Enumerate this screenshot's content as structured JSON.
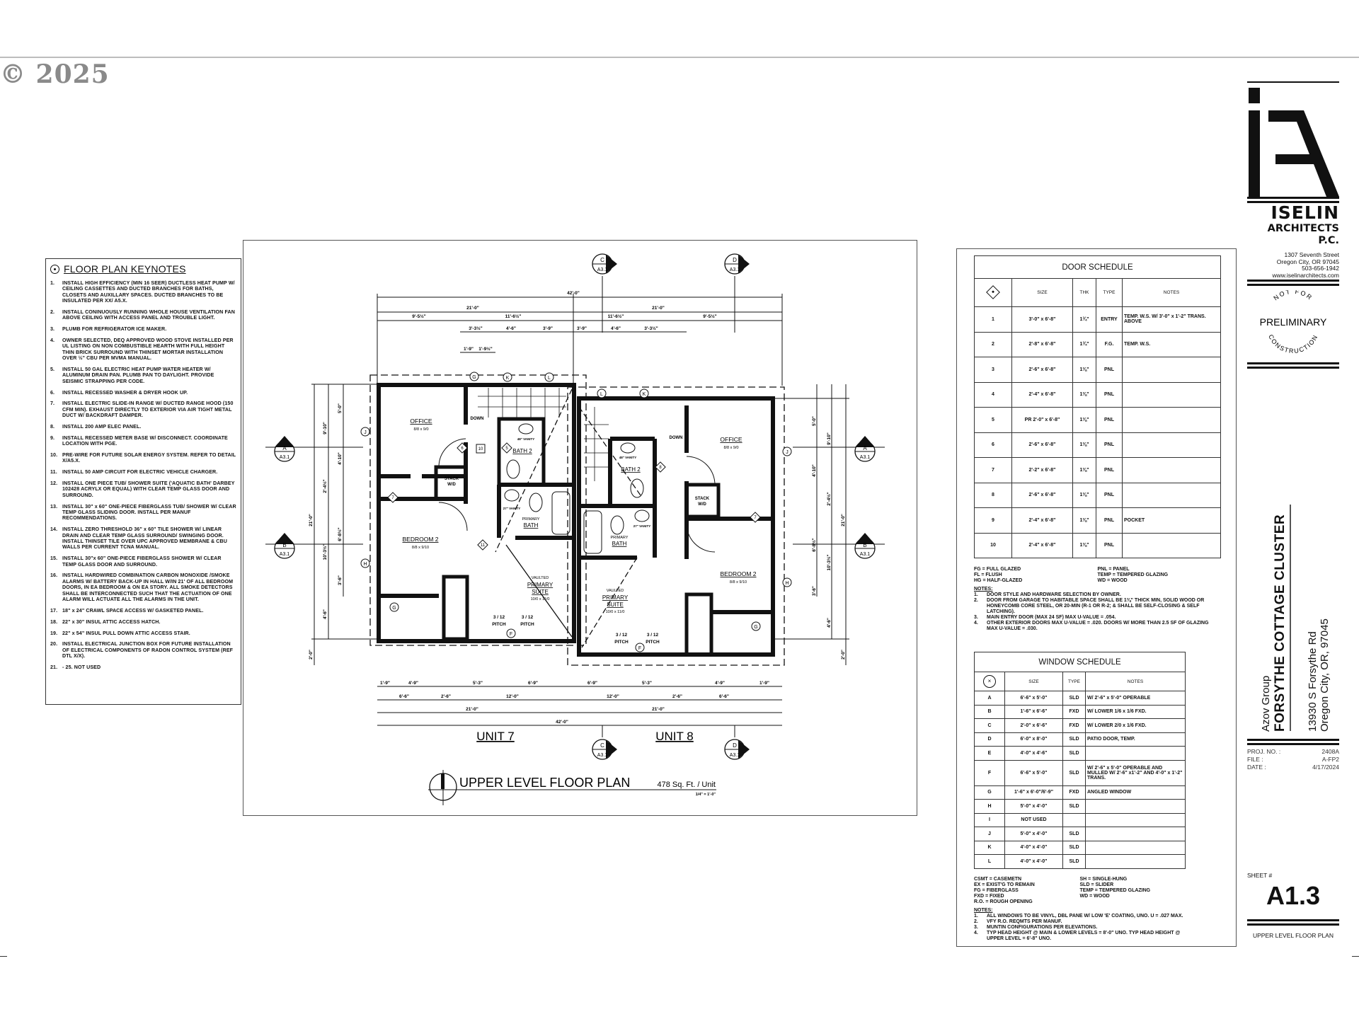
{
  "watermark": "© 2025",
  "keynotes": {
    "title": "FLOOR PLAN KEYNOTES",
    "items": [
      {
        "n": "1.",
        "t": "INSTALL HIGH EFFICIENCY (MIN 16 SEER) DUCTLESS HEAT PUMP W/ CEILING CASSETTES AND DUCTED BRANCHES FOR BATHS, CLOSETS AND AUXILLARY SPACES. DUCTED BRANCHES TO BE INSULATED PER XX/ A5.X."
      },
      {
        "n": "2.",
        "t": "INSTALL CONINUOUSLY RUNNING WHOLE HOUSE VENTILATION FAN ABOVE CEILING WITH ACCESS PANEL AND TROUBLE LIGHT."
      },
      {
        "n": "3.",
        "t": "PLUMB FOR REFRIGERATOR ICE MAKER."
      },
      {
        "n": "4.",
        "t": "OWNER SELECTED, DEQ APPROVED WOOD STOVE INSTALLED PER UL LISTING ON NON COMBUSTIBLE HEARTH WITH FULL HEIGHT THIN BRICK SURROUND WITH THINSET MORTAR INSTALLATION OVER ½\" CBU PER MVMA MANUAL."
      },
      {
        "n": "5.",
        "t": "INSTALL 50 GAL ELECTRIC HEAT PUMP WATER HEATER W/ ALUMINUM DRAIN PAN. PLUMB PAN TO DAYLIGHT. PROVIDE SEISMIC STRAPPING PER CODE."
      },
      {
        "n": "6.",
        "t": "INSTALL RECESSED WASHER & DRYER HOOK UP."
      },
      {
        "n": "7.",
        "t": "INSTALL ELECTRIC SLIDE-IN RANGE W/ DUCTED RANGE HOOD (150 CFM MIN). EXHAUST DIRECTLY TO EXTERIOR VIA AIR TIGHT METAL DUCT W/ BACKDRAFT DAMPER."
      },
      {
        "n": "8.",
        "t": "INSTALL 200 AMP ELEC PANEL."
      },
      {
        "n": "9.",
        "t": "INSTALL RECESSED METER BASE W/ DISCONNECT. COORDINATE LOCATION WITH PGE."
      },
      {
        "n": "10.",
        "t": "PRE-WIRE FOR FUTURE SOLAR ENERGY SYSTEM. REFER TO DETAIL X/A5.X."
      },
      {
        "n": "11.",
        "t": "INSTALL 50 AMP CIRCUIT FOR ELECTRIC VEHICLE CHARGER."
      },
      {
        "n": "12.",
        "t": "INSTALL ONE PIECE TUB/ SHOWER SUITE ('AQUATIC BATH' DARBEY 102428 ACRYLX OR EQUAL) WITH CLEAR TEMP GLASS DOOR AND SURROUND."
      },
      {
        "n": "13.",
        "t": "INSTALL 30\" x 60\" ONE-PIECE FIBERGLASS TUB/ SHOWER W/ CLEAR TEMP GLASS SLIDING DOOR. INSTALL PER MANUF RECOMMENDATIONS."
      },
      {
        "n": "14.",
        "t": "INSTALL ZERO THRESHOLD 36\" x 60\" TILE SHOWER W/ LINEAR DRAIN AND CLEAR TEMP GLASS SURROUND/ SWINGING DOOR. INSTALL THINSET TILE OVER UPC APPROVED MEMBRANE & CBU WALLS PER CURRENT TCNA MANUAL."
      },
      {
        "n": "15.",
        "t": "INSTALL 30\"x 60\" ONE-PIECE FIBERGLASS SHOWER W/ CLEAR TEMP GLASS DOOR AND SURROUND."
      },
      {
        "n": "16.",
        "t": "INSTALL HARDWIRED COMBINATION CARBON MONOXIDE /SMOKE ALARMS W/ BATTERY BACK-UP IN HALL W/IN 21' OF ALL BEDROOM DOORS, IN EA BEDROOM & ON EA STORY. ALL SMOKE DETECTORS SHALL BE INTERCONNECTED SUCH THAT THE ACTUATION OF ONE ALARM WILL ACTUATE ALL THE ALARMS IN THE UNIT."
      },
      {
        "n": "17.",
        "t": "18\" x 24\" CRAWL SPACE ACCESS W/ GASKETED PANEL."
      },
      {
        "n": "18.",
        "t": "22\" x 30\" INSUL ATTIC ACCESS HATCH."
      },
      {
        "n": "19.",
        "t": "22\" x 54\" INSUL PULL DOWN ATTIC ACCESS STAIR."
      },
      {
        "n": "20.",
        "t": "INSTALL ELECTRICAL JUNCTION BOX FOR FUTURE INSTALLATION OF ELECTRICAL COMPONENTS OF RADON CONTROL SYSTEM (REF DTL X/X)."
      },
      {
        "n": "21.",
        "t": "- 25. NOT USED"
      }
    ]
  },
  "plan": {
    "title": "UPPER LEVEL FLOOR PLAN",
    "area": "478 Sq. Ft. / Unit",
    "scale": "1/4\" = 1'-0\"",
    "units": [
      "UNIT 7",
      "UNIT 8"
    ],
    "sections": {
      "c": {
        "letter": "C",
        "sheet": "A3.1"
      },
      "d": {
        "letter": "D",
        "sheet": "A3.1"
      },
      "a": {
        "letter": "A",
        "sheet": "A3.1"
      },
      "b": {
        "letter": "B",
        "sheet": "A3.1"
      }
    },
    "rooms": {
      "office": "OFFICE",
      "office_size": "8/8 x 9/0",
      "bedroom": "BEDROOM 2",
      "bedroom_size": "8/8 x 9/10",
      "bath2": "BATH 2",
      "primary_bath_1": "PRIMARY",
      "primary_bath_2": "BATH",
      "vaulted": "VAULTED",
      "primary_suite_1": "PRIMARY",
      "primary_suite_2": "SUITE",
      "primary_suite_size": "10/0 x 11/0",
      "stack_1": "STACK",
      "stack_2": "W/D",
      "down": "DOWN",
      "pitch_value": "3 / 12",
      "pitch": "PITCH",
      "vanity_48": "48\" VANITY",
      "vanity_27": "27\" VANITY"
    },
    "dims_top": [
      "42'-0\"",
      "21'-0\"",
      "21'-0\"",
      "9'-5½\"",
      "11'-6½\"",
      "11'-6½\"",
      "9'-5½\"",
      "3'-3½\"",
      "4'-6\"",
      "3'-9\"",
      "3'-9\"",
      "4'-6\"",
      "3'-3½\"",
      "1'-9\"",
      "1'-9½\""
    ],
    "dims_bottom": [
      "1'-9\"",
      "4'-9\"",
      "5'-3\"",
      "6'-9\"",
      "6'-9\"",
      "5'-3\"",
      "4'-9\"",
      "1'-9\"",
      "6'-6\"",
      "2'-6\"",
      "12'-0\"",
      "12'-0\"",
      "2'-6\"",
      "6'-6\"",
      "21'-0\"",
      "21'-0\"",
      "42'-0\""
    ],
    "dims_side": [
      "21'-0\"",
      "9'-10\"",
      "5'-0\"",
      "4'-10\"",
      "2'-4½\"",
      "6'-8½\"",
      "10'-3½\"",
      "3'-6\"",
      "4'-6\"",
      "2'-0\""
    ],
    "window_tags": [
      "J",
      "H",
      "G",
      "K",
      "L",
      "F"
    ],
    "door_tags": [
      "6",
      "10",
      "5",
      "11",
      "7",
      "8"
    ]
  },
  "door_schedule": {
    "title": "DOOR SCHEDULE",
    "headers": [
      "SIZE",
      "THK",
      "TYPE",
      "NOTES"
    ],
    "rows": [
      {
        "id": "1",
        "size": "3'-0\" x 6'-8\"",
        "thk": "1¾\"",
        "type": "ENTRY",
        "notes": "TEMP. W.S. W/ 3'-0\" x 1'-2\" TRANS. ABOVE"
      },
      {
        "id": "2",
        "size": "2'-8\" x 6'-8\"",
        "thk": "1¾\"",
        "type": "F.G.",
        "notes": "TEMP. W.S."
      },
      {
        "id": "3",
        "size": "2'-6\" x 6'-8\"",
        "thk": "1⅜\"",
        "type": "PNL",
        "notes": ""
      },
      {
        "id": "4",
        "size": "2'-4\" x 6'-8\"",
        "thk": "1⅜\"",
        "type": "PNL",
        "notes": ""
      },
      {
        "id": "5",
        "size": "PR 2'-0\" x 6'-8\"",
        "thk": "1⅜\"",
        "type": "PNL",
        "notes": ""
      },
      {
        "id": "6",
        "size": "2'-6\" x 6'-8\"",
        "thk": "1⅜\"",
        "type": "PNL",
        "notes": ""
      },
      {
        "id": "7",
        "size": "2'-2\" x 6'-8\"",
        "thk": "1⅜\"",
        "type": "PNL",
        "notes": ""
      },
      {
        "id": "8",
        "size": "2'-6\" x 6'-8\"",
        "thk": "1⅜\"",
        "type": "PNL",
        "notes": ""
      },
      {
        "id": "9",
        "size": "2'-4\" x 6'-8\"",
        "thk": "1⅜\"",
        "type": "PNL",
        "notes": "POCKET"
      },
      {
        "id": "10",
        "size": "2'-4\" x 6'-8\"",
        "thk": "1⅜\"",
        "type": "PNL",
        "notes": ""
      }
    ],
    "legend": [
      "FG = FULL GLAZED",
      "PNL = PANEL",
      "FL = FLUSH",
      "TEMP = TEMPERED GLAZING",
      "HG = HALF-GLAZED",
      "WD = WOOD"
    ],
    "notes_title": "NOTES:",
    "notes": [
      {
        "n": "1.",
        "t": "DOOR STYLE AND HARDWARE SELECTION BY OWNER."
      },
      {
        "n": "2.",
        "t": "DOOR FROM GARAGE TO HABITABLE SPACE SHALL BE 1⅜\" THICK MIN, SOLID WOOD OR HONEYCOMB CORE STEEL, OR 20-MIN (R-1 OR R-2; & SHALL BE SELF-CLOSING & SELF LATCHING)."
      },
      {
        "n": "3.",
        "t": "MAIN ENTRY DOOR (MAX 24 SF) MAX U-VALUE = .054."
      },
      {
        "n": "4.",
        "t": "OTHER EXTERIOR DOORS MAX U-VALUE = .020. DOORS W/ MORE THAN 2.5 SF OF GLAZING MAX U-VALUE = .030."
      }
    ]
  },
  "window_schedule": {
    "title": "WINDOW SCHEDULE",
    "headers": [
      "SIZE",
      "TYPE",
      "NOTES"
    ],
    "rows": [
      {
        "id": "A",
        "size": "6'-6\" x 5'-0\"",
        "type": "SLD",
        "notes": "W/ 2'-6\" x 5'-0\" OPERABLE"
      },
      {
        "id": "B",
        "size": "1'-6\" x 6'-6\"",
        "type": "FXD",
        "notes": "W/ LOWER 1/6 x 1/6 FXD."
      },
      {
        "id": "C",
        "size": "2'-0\" x 6'-6\"",
        "type": "FXD",
        "notes": "W/ LOWER 2/0 x 1/6 FXD."
      },
      {
        "id": "D",
        "size": "6'-0\" x 8'-0\"",
        "type": "SLD",
        "notes": "PATIO DOOR, TEMP."
      },
      {
        "id": "E",
        "size": "4'-0\" x 4'-6\"",
        "type": "SLD",
        "notes": ""
      },
      {
        "id": "F",
        "size": "6'-6\" x 5'-0\"",
        "type": "SLD",
        "notes": "W/ 2'-6\" x 5'-0\" OPERABLE AND MULLED W/ 2'-6\" x1'-2\" AND 4'-0\" x 1'-2\" TRANS."
      },
      {
        "id": "G",
        "size": "1'-6\" x 6'-0\"/6'-9\"",
        "type": "FXD",
        "notes": "ANGLED WINDOW"
      },
      {
        "id": "H",
        "size": "5'-0\" x 4'-0\"",
        "type": "SLD",
        "notes": ""
      },
      {
        "id": "I",
        "size": "NOT USED",
        "type": "",
        "notes": ""
      },
      {
        "id": "J",
        "size": "5'-0\" x 4'-0\"",
        "type": "SLD",
        "notes": ""
      },
      {
        "id": "K",
        "size": "4'-0\" x 4'-0\"",
        "type": "SLD",
        "notes": ""
      },
      {
        "id": "L",
        "size": "4'-0\" x 4'-0\"",
        "type": "SLD",
        "notes": ""
      }
    ],
    "legend": [
      "CSMT = CASEMETN",
      "SH = SINGLE-HUNG",
      "EX = EXIST'G TO REMAIN",
      "SLD = SLIDER",
      "FG = FIBERGLASS",
      "TEMP = TEMPERED GLAZING",
      "FXD = FIXED",
      "WD = WOOD",
      "R.O. = ROUGH OPENING",
      ""
    ],
    "notes_title": "NOTES:",
    "notes": [
      {
        "n": "1.",
        "t": "ALL WINDOWS TO BE VINYL, DBL PANE W/ LOW 'E' COATING, UNO. U = .027 MAX."
      },
      {
        "n": "2.",
        "t": "VFY R.O. REQMTS PER MANUF."
      },
      {
        "n": "3.",
        "t": "MUNTIN CONFIGURATIONS PER ELEVATIONS."
      },
      {
        "n": "4.",
        "t": "TYP HEAD HEIGHT @ MAIN & LOWER LEVELS = 8'-0\" UNO. TYP HEAD HEIGHT @ UPPER LEVEL = 6'-8\" UNO."
      }
    ]
  },
  "title_block": {
    "firm_1": "ISELIN",
    "firm_2": "ARCHITECTS",
    "firm_3": "P.C.",
    "address": [
      "1307 Seventh Street",
      "Oregon City, OR 97045",
      "503-656-1942",
      "www.iselinarchitects.com"
    ],
    "stamp_top": "NOT FOR",
    "stamp_mid": "PRELIMINARY",
    "stamp_bottom": "CONSTRUCTION",
    "client": "Azov Group",
    "project": "FORSYTHE COTTAGE CLUSTER",
    "site_1": "13930 S Forsythe Rd",
    "site_2": "Oregon City, OR, 97045",
    "proj_no_label": "PROJ. NO. :",
    "proj_no": "2408A",
    "file_label": "FILE :",
    "file": "A-FP2",
    "date_label": "DATE :",
    "date": "4/17/2024",
    "sheet_label": "SHEET #",
    "sheet": "A1.3",
    "sheet_title": "UPPER LEVEL FLOOR PLAN"
  }
}
